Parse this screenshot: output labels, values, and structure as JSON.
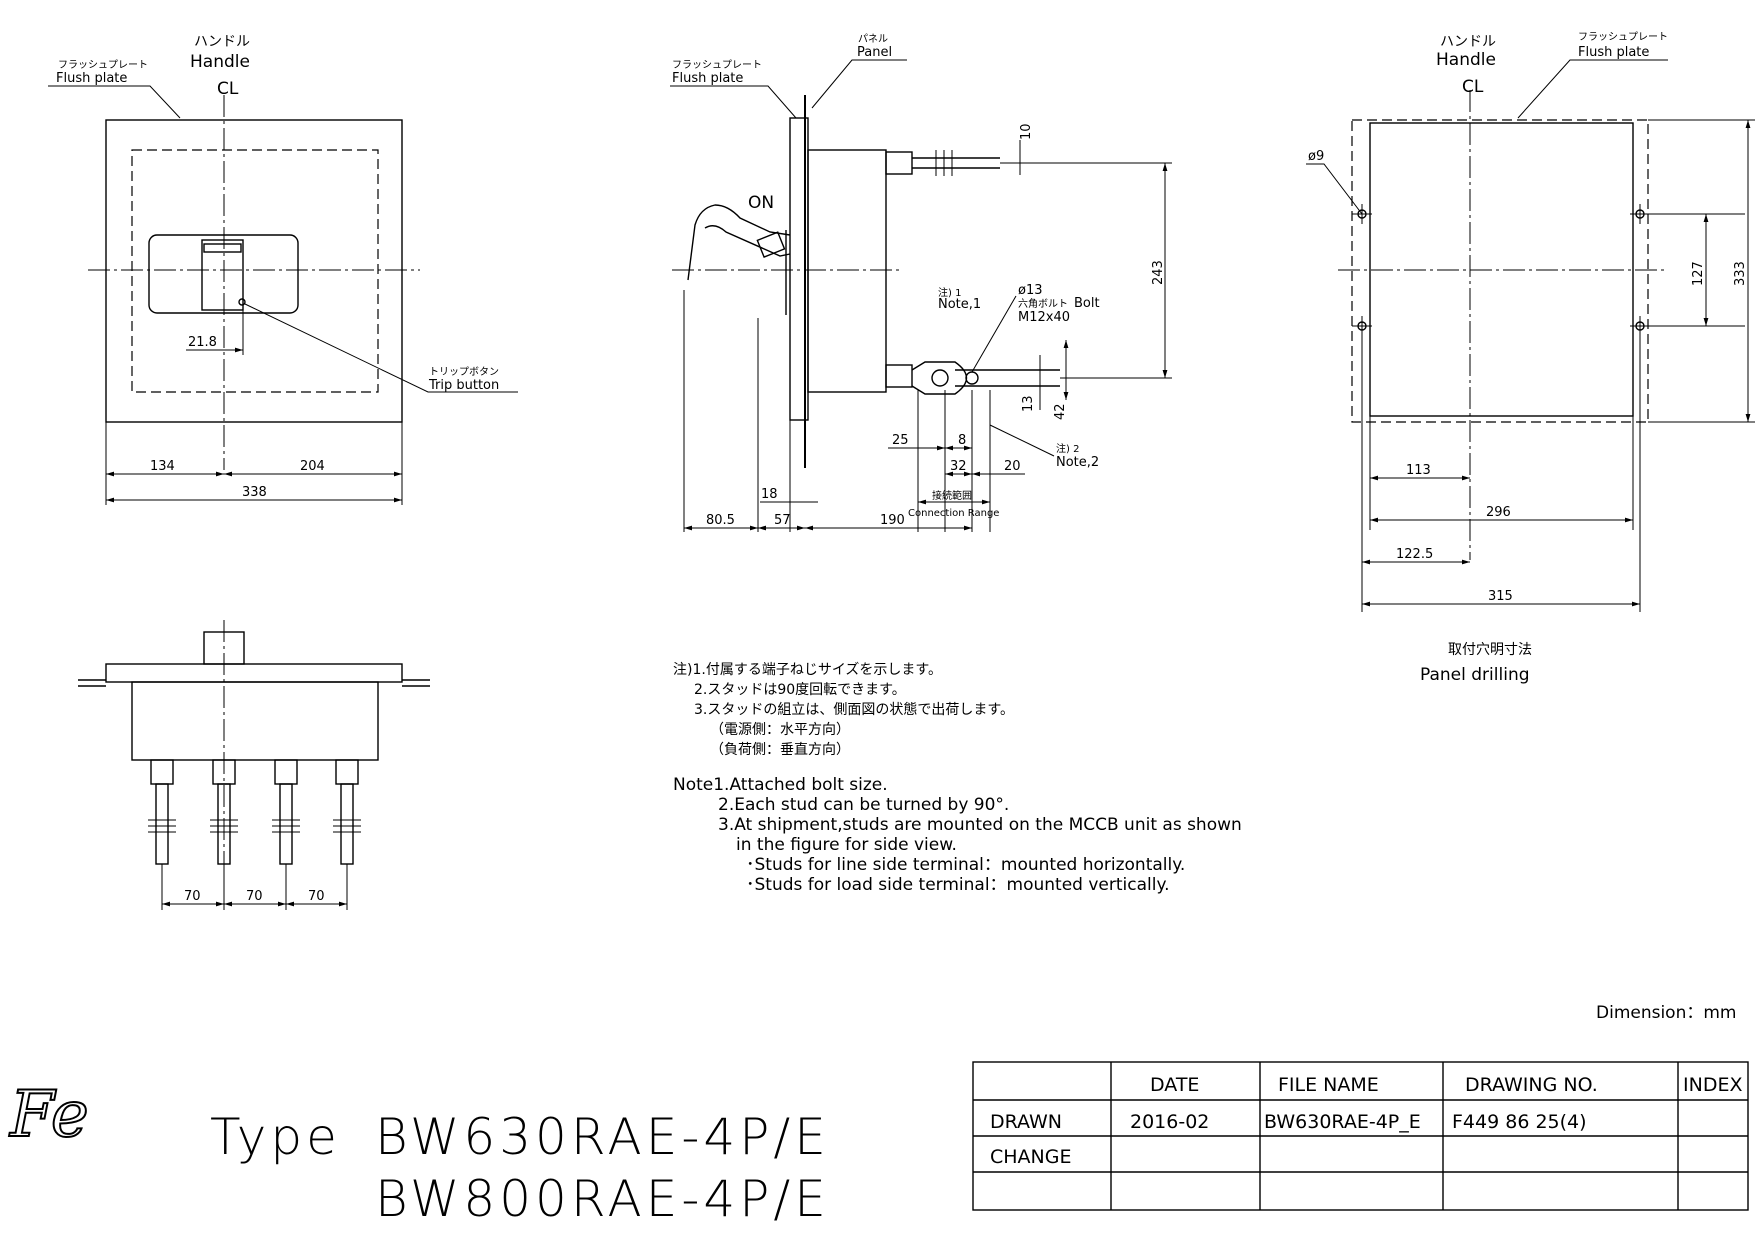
{
  "front_view": {
    "handle_jp": "ハンドル",
    "handle": "Handle",
    "cl": "CL",
    "flush_plate_jp": "フラッシュプレート",
    "flush_plate": "Flush plate",
    "trip_button_jp": "トリップボタン",
    "trip_button": "Trip button",
    "dim_trip": "21.8",
    "dim_left": "134",
    "dim_right": "204",
    "dim_total": "338"
  },
  "side_view": {
    "panel_jp": "パネル",
    "panel": "Panel",
    "flush_plate_jp": "フラッシュプレート",
    "flush_plate": "Flush plate",
    "on_label": "ON",
    "dim_10": "10",
    "dim_243": "243",
    "note1_jp": "注) 1",
    "note1": "Note,1",
    "dia13": "ø13",
    "bolt_jp": "六角ボルト",
    "bolt": "Bolt",
    "bolt_size": "M12x40",
    "dim_13": "13",
    "dim_42": "42",
    "dim_25": "25",
    "dim_8": "8",
    "dim_32": "32",
    "dim_20": "20",
    "note2_jp": "注) 2",
    "note2": "Note,2",
    "connection_range_jp": "接続範囲",
    "connection_range": "Connection Range",
    "dim_18": "18",
    "dim_805": "80.5",
    "dim_57": "57",
    "dim_190": "190"
  },
  "drilling_view": {
    "handle_jp": "ハンドル",
    "handle": "Handle",
    "cl": "CL",
    "flush_plate_jp": "フラッシュプレート",
    "flush_plate": "Flush plate",
    "dia9": "ø9",
    "dim_127": "127",
    "dim_333": "333",
    "dim_113": "113",
    "dim_296": "296",
    "dim_1225": "122.5",
    "dim_315": "315",
    "title_jp": "取付穴明寸法",
    "title": "Panel drilling"
  },
  "bottom_view": {
    "dim_a": "70",
    "dim_b": "70",
    "dim_c": "70"
  },
  "notes_jp": [
    "注)1.付属する端子ねじサイズを示します。",
    "2.スタッドは90度回転できます。",
    "3.スタッドの組立は、側面図の状態で出荷します。",
    "（電源側：水平方向）",
    "（負荷側：垂直方向）"
  ],
  "notes_en": [
    "Note1.Attached bolt size.",
    "2.Each stud can be turned by 90°.",
    "3.At shipment,studs are mounted on the MCCB unit as shown",
    "in the figure for side view.",
    "･Studs for line side terminal：mounted horizontally.",
    "･Studs for load side terminal：mounted vertically."
  ],
  "dimension_unit": "Dimension：mm",
  "logo_text": "Fe",
  "type_label": "Type",
  "models": [
    "BW630RAE-4P/E",
    "BW800RAE-4P/E"
  ],
  "title_block": {
    "headers": [
      "DATE",
      "FILE NAME",
      "DRAWING NO.",
      "INDEX"
    ],
    "rows": [
      {
        "label": "DRAWN",
        "date": "2016-02",
        "file": "BW630RAE-4P_E",
        "drawing": "F449 86 25(4)",
        "index": ""
      },
      {
        "label": "CHANGE",
        "date": "",
        "file": "",
        "drawing": "",
        "index": ""
      },
      {
        "label": "",
        "date": "",
        "file": "",
        "drawing": "",
        "index": ""
      }
    ]
  }
}
